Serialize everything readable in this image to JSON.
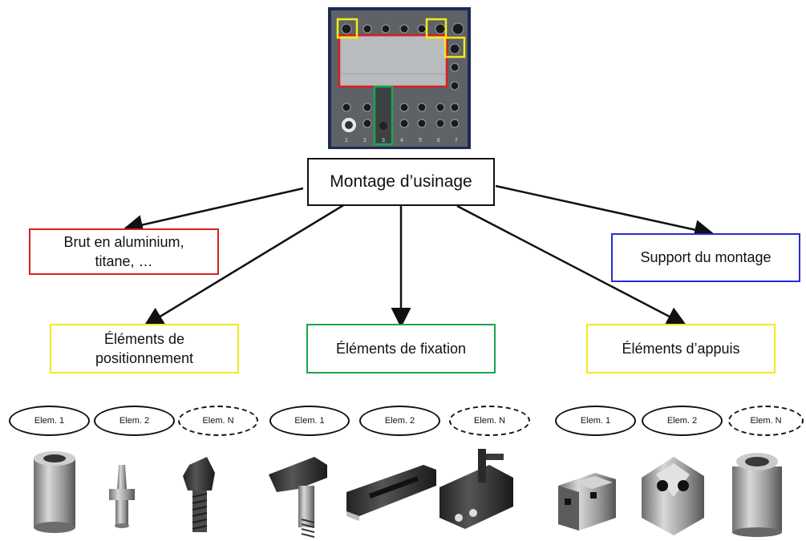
{
  "diagram": {
    "root": {
      "label": "Montage d’usinage"
    },
    "boxes": {
      "brut": {
        "label": "Brut en aluminium, titane, …",
        "color": "#d81f1f"
      },
      "support": {
        "label": "Support du montage",
        "color": "#2b2bd0"
      },
      "positionnement": {
        "label": "Éléments de positionnement",
        "color": "#f2ea1a"
      },
      "fixation": {
        "label": "Éléments de fixation",
        "color": "#1aa64a"
      },
      "appuis": {
        "label": "Éléments d’appuis",
        "color": "#f2ea1a"
      }
    },
    "groups": [
      {
        "id": "positionnement",
        "elements": [
          "Elem. 1",
          "Elem. 2",
          "Elem. N"
        ]
      },
      {
        "id": "fixation",
        "elements": [
          "Elem. 1",
          "Elem. 2",
          "Elem. N"
        ]
      },
      {
        "id": "appuis",
        "elements": [
          "Elem. 1",
          "Elem. 2",
          "Elem. N"
        ]
      }
    ]
  },
  "photo_fixture": {
    "highlight_colors": {
      "workpiece": "#d81f1f",
      "clamp": "#1aa64a",
      "locators": "#f2ea1a"
    },
    "hole_numbers": [
      "1",
      "2",
      "3",
      "4",
      "5",
      "6",
      "7"
    ]
  }
}
